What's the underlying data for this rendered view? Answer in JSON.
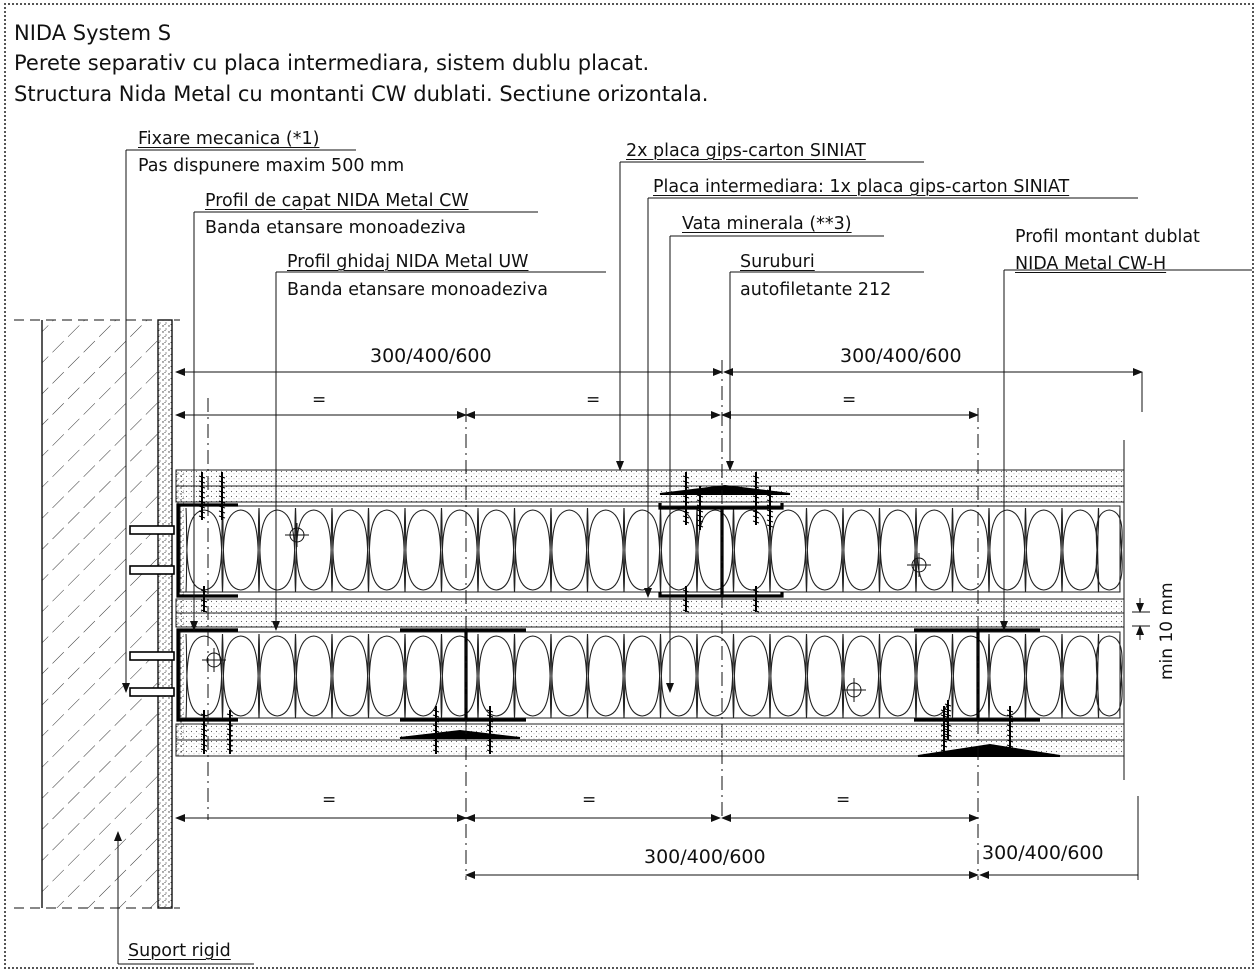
{
  "drawing": {
    "title_lines": [
      "NIDA System S",
      "Perete separativ cu placa intermediara, sistem dublu placat.",
      "Structura Nida Metal cu montanti CW dublati. Sectiune orizontala."
    ],
    "labels": {
      "fixare": "Fixare mecanica (*1)",
      "pas": "Pas dispunere maxim 500 mm",
      "profil_capat": "Profil de capat NIDA Metal CW",
      "banda1": "Banda etansare monoadeziva",
      "profil_ghidaj": "Profil ghidaj NIDA Metal UW",
      "banda2": "Banda etansare monoadeziva",
      "placa2x": "2x placa gips-carton SINIAT",
      "placa_intermediara": "Placa intermediara: 1x placa gips-carton SINIAT",
      "vata": "Vata minerala (**3)",
      "suruburi": "Suruburi",
      "autofiletante": "autofiletante 212",
      "montant1": "Profil montant dublat",
      "montant2": "NIDA Metal CW-H",
      "suport": "Suport rigid"
    },
    "dimensions": {
      "top_left": "300/400/600",
      "top_right": "300/400/600",
      "bottom_mid": "300/400/600",
      "bottom_right": "300/400/600",
      "equal": "=",
      "min_gap": "min 10 mm"
    }
  }
}
